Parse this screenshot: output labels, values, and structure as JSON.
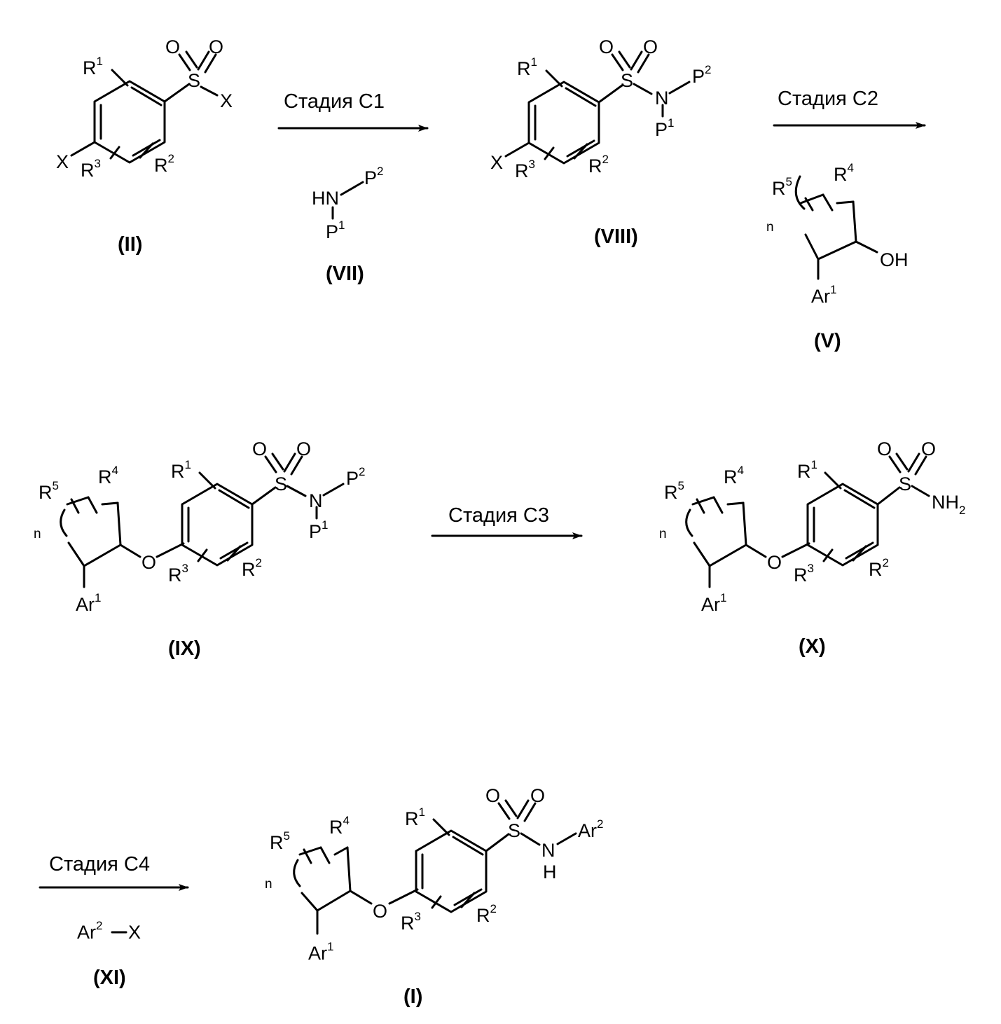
{
  "stages": {
    "c1": "Стадия С1",
    "c2": "Стадия С2",
    "c3": "Стадия С3",
    "c4": "Стадия С4"
  },
  "compounds": {
    "II": "(II)",
    "VII": "(VII)",
    "VIII": "(VIII)",
    "V": "(V)",
    "IX": "(IX)",
    "X": "(X)",
    "XI": "(XI)",
    "I": "(I)"
  },
  "atoms": {
    "R": "R",
    "X": "X",
    "S": "S",
    "O": "O",
    "N": "N",
    "HN": "HN",
    "P": "P",
    "H": "H",
    "OH": "OH",
    "Ar": "Ar",
    "NH": "NH",
    "n": "n"
  },
  "indices": {
    "one": "1",
    "two": "2",
    "three": "3",
    "four": "4",
    "five": "5"
  }
}
